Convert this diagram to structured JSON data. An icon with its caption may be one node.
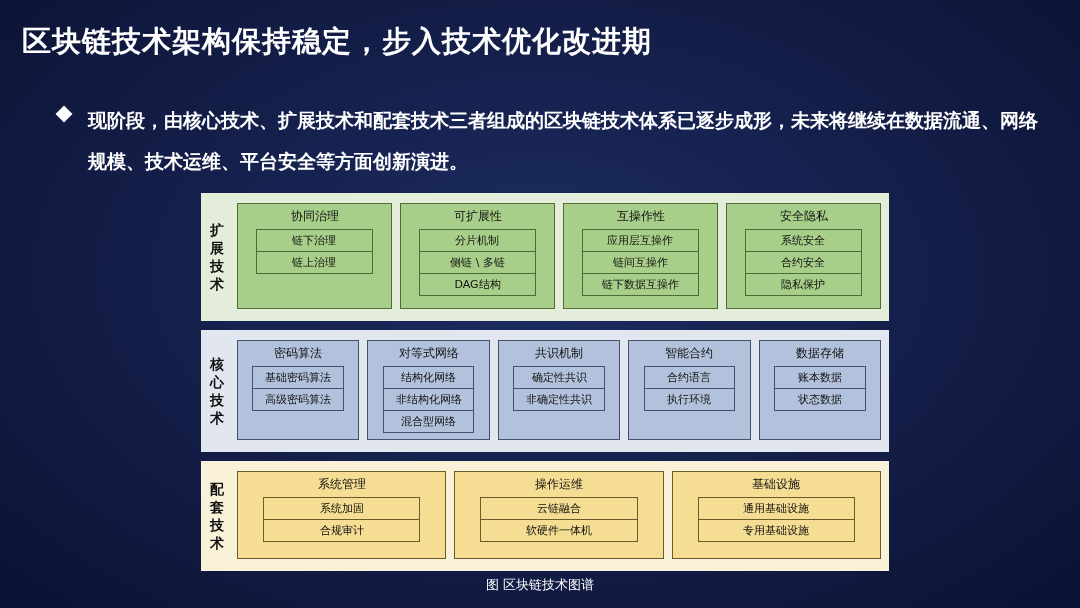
{
  "diagram": {
    "title": "区块链技术架构保持稳定，步入技术优化改进期",
    "caption": "图 区块链技术图谱",
    "labels": [
      "现阶段，由核心技术、扩展技术和配套技术三者组成的区块链技术体系已逐步成形，未来将继续在数据流通、网络规模、技术运维、平台安全等方面创新演进。"
    ],
    "nodes": [
      {
        "text": [
          "扩展技术"
        ]
      },
      {
        "text": [
          "协同治理"
        ],
        "in": 0
      },
      {
        "text": [
          "链下治理"
        ],
        "in": 1
      },
      {
        "text": [
          "链上治理"
        ],
        "in": 1
      },
      {
        "text": [
          "可扩展性"
        ],
        "in": 0
      },
      {
        "text": [
          "分片机制"
        ],
        "in": 4
      },
      {
        "text": [
          "侧链 \\ 多链"
        ],
        "in": 4
      },
      {
        "text": [
          "DAG结构"
        ],
        "in": 4
      },
      {
        "text": [
          "互操作性"
        ],
        "in": 0
      },
      {
        "text": [
          "应用层互操作"
        ],
        "in": 8
      },
      {
        "text": [
          "链间互操作"
        ],
        "in": 8
      },
      {
        "text": [
          "链下数据互操作"
        ],
        "in": 8
      },
      {
        "text": [
          "安全隐私"
        ],
        "in": 0
      },
      {
        "text": [
          "系统安全"
        ],
        "in": 12
      },
      {
        "text": [
          "合约安全"
        ],
        "in": 12
      },
      {
        "text": [
          "隐私保护"
        ],
        "in": 12
      },
      {
        "text": [
          "核心技术"
        ]
      },
      {
        "text": [
          "密码算法"
        ],
        "in": 16
      },
      {
        "text": [
          "基础密码算法"
        ],
        "in": 17
      },
      {
        "text": [
          "高级密码算法"
        ],
        "in": 17
      },
      {
        "text": [
          "对等式网络"
        ],
        "in": 16
      },
      {
        "text": [
          "结构化网络"
        ],
        "in": 20
      },
      {
        "text": [
          "非结构化网络"
        ],
        "in": 20
      },
      {
        "text": [
          "混合型网络"
        ],
        "in": 20
      },
      {
        "text": [
          "共识机制"
        ],
        "in": 16
      },
      {
        "text": [
          "确定性共识"
        ],
        "in": 24
      },
      {
        "text": [
          "非确定性共识"
        ],
        "in": 24
      },
      {
        "text": [
          "智能合约"
        ],
        "in": 16
      },
      {
        "text": [
          "合约语言"
        ],
        "in": 27
      },
      {
        "text": [
          "执行环境"
        ],
        "in": 27
      },
      {
        "text": [
          "数据存储"
        ],
        "in": 16
      },
      {
        "text": [
          "账本数据"
        ],
        "in": 30
      },
      {
        "text": [
          "状态数据"
        ],
        "in": 30
      },
      {
        "text": [
          "配套技术"
        ]
      },
      {
        "text": [
          "系统管理"
        ],
        "in": 33
      },
      {
        "text": [
          "系统加固"
        ],
        "in": 34
      },
      {
        "text": [
          "合规审计"
        ],
        "in": 34
      },
      {
        "text": [
          "操作运维"
        ],
        "in": 33
      },
      {
        "text": [
          "云链融合"
        ],
        "in": 37
      },
      {
        "text": [
          "软硬件一体机"
        ],
        "in": 37
      },
      {
        "text": [
          "基础设施"
        ],
        "in": 33
      },
      {
        "text": [
          "通用基础设施"
        ],
        "in": 40
      },
      {
        "text": [
          "专用基础设施"
        ],
        "in": 40
      }
    ]
  }
}
